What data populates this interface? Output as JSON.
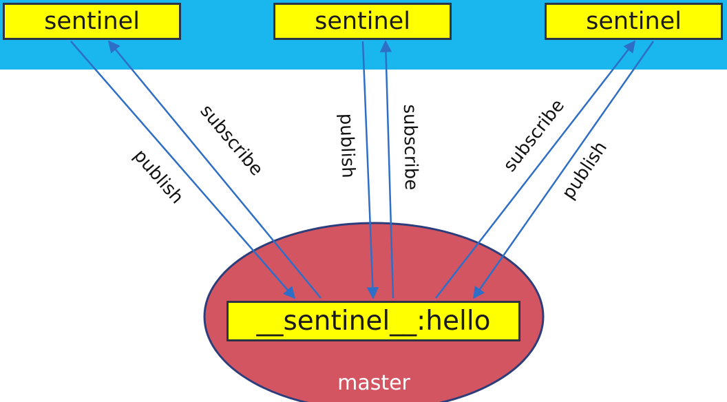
{
  "colors": {
    "band": "#1ab6ee",
    "node_fill": "#ffff00",
    "master_fill": "#d35562",
    "arrow": "#2e6ec7"
  },
  "sentinels": [
    "sentinel",
    "sentinel",
    "sentinel"
  ],
  "channel": "__sentinel__:hello",
  "master": "master",
  "edges": {
    "left_publish": "publish",
    "left_subscribe": "subscribe",
    "center_publish": "publish",
    "center_subscribe": "subscribe",
    "right_subscribe": "subscribe",
    "right_publish": "publish"
  }
}
